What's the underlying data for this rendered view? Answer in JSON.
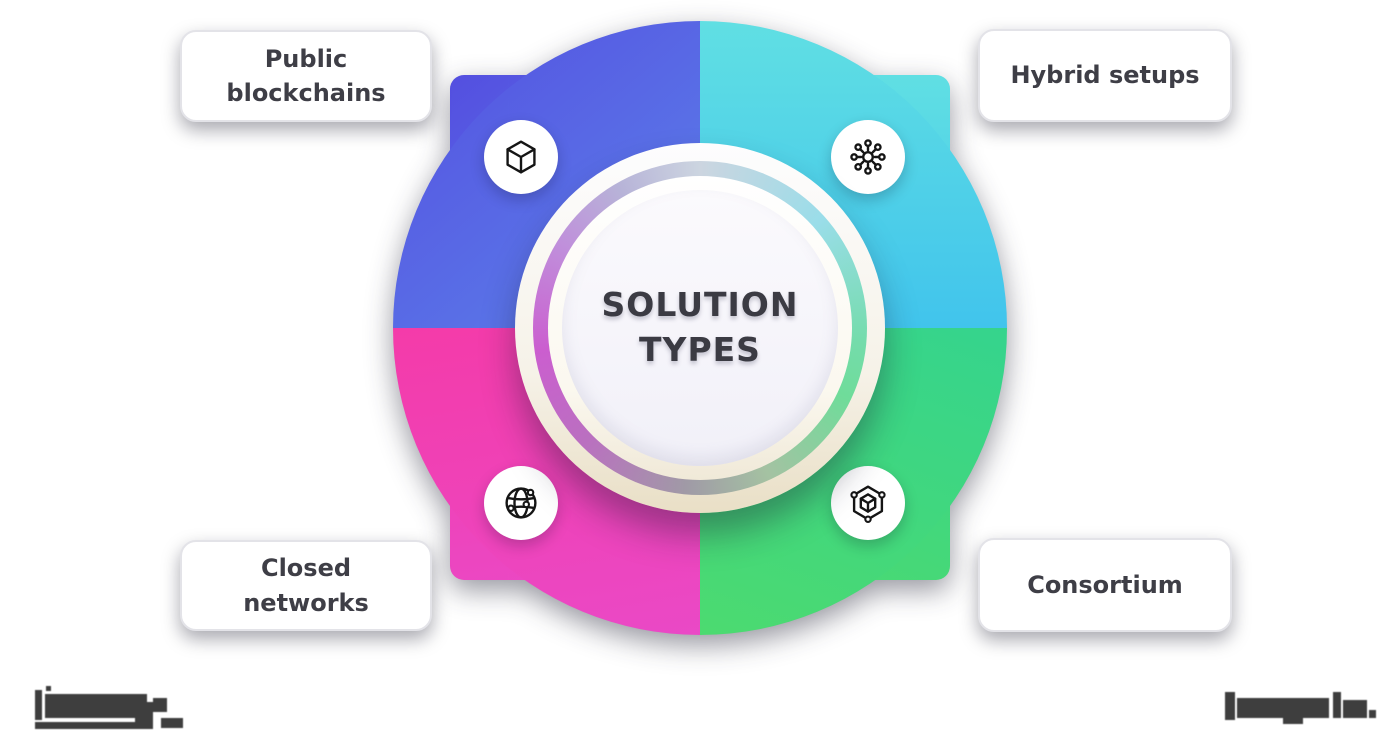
{
  "center": {
    "title": "SOLUTION\nTYPES"
  },
  "quadrants": [
    {
      "id": "public-blockchains",
      "label": "Public\nblockchains",
      "icon": "cube-icon",
      "gradient": {
        "angle": "140deg",
        "from": "#544fe0",
        "to": "#5c82ea"
      }
    },
    {
      "id": "hybrid-setups",
      "label": "Hybrid setups",
      "icon": "network-hub-icon",
      "gradient": {
        "angle": "180deg",
        "from": "#60dfe3",
        "to": "#41c4ec"
      }
    },
    {
      "id": "closed-networks",
      "label": "Closed\nnetworks",
      "icon": "globe-network-icon",
      "gradient": {
        "angle": "170deg",
        "from": "#f43ba9",
        "to": "#ea49c6"
      }
    },
    {
      "id": "consortium",
      "label": "Consortium",
      "icon": "cube-hexagon-icon",
      "gradient": {
        "angle": "200deg",
        "from": "#35d48d",
        "to": "#4cda70"
      }
    }
  ],
  "colors": {
    "background": "#ffffff",
    "quad_blue_from": "#544fe0",
    "quad_blue_to": "#5c82ea",
    "quad_cyan_from": "#60dfe3",
    "quad_cyan_to": "#41c4ec",
    "quad_pink_from": "#f43ba9",
    "quad_pink_to": "#ea49c6",
    "quad_green_from": "#35d48d",
    "quad_green_to": "#4cda70",
    "inner_circle": "#f3f2f9",
    "title_text": "#3b3b43",
    "label_text": "#3e3e46",
    "label_border": "#e3e3e8",
    "logo_gray": "#3e3e3e"
  },
  "watermarks": {
    "left": "pixelated-logo (illegible)",
    "right": "pixelated-logo (illegible)"
  }
}
